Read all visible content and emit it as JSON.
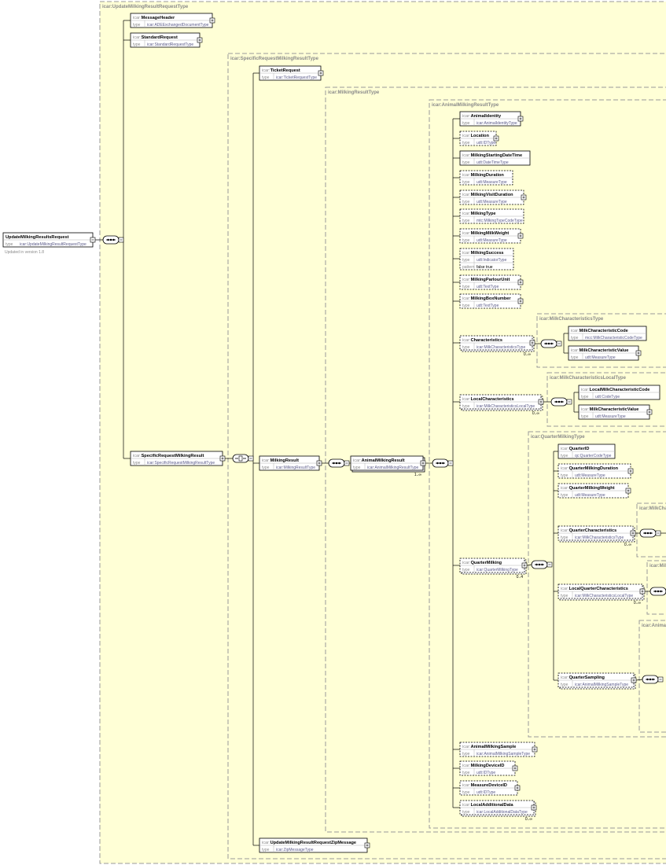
{
  "root": {
    "name": "UpdateMilkingResultsRequest",
    "type": "icar:UpdateMilkingResultRequestType",
    "note": "Updated in version 1.8"
  },
  "groups": [
    {
      "label": "icar:UpdateMilkingResultRequestType"
    },
    {
      "label": "icar:SpecificRequestMilkingResultType"
    },
    {
      "label": "icar:MilkingResultType"
    },
    {
      "label": "icar:AnimalMilkingResultType"
    },
    {
      "label": "icar:MilkCharacteristicsType"
    },
    {
      "label": "icar:MilkCharacteristicsLocalType"
    },
    {
      "label": "icar:QuarterMilkingType"
    },
    {
      "label": "icar:MilkCha"
    },
    {
      "label": "icar:Milk"
    },
    {
      "label": "icar:Anima"
    }
  ],
  "elements": [
    {
      "prefix": "icar:",
      "name": "MessageHeader",
      "type": "icar:ADEExchangedDocumentType"
    },
    {
      "prefix": "icar:",
      "name": "StandardRequest",
      "type": "icar:StandardRequestType"
    },
    {
      "prefix": "icar:",
      "name": "SpecificRequestMilkingResult",
      "type": "icar:SpecificRequestMilkingResultType"
    },
    {
      "prefix": "icar:",
      "name": "TicketRequest",
      "type": "icar:TicketRequestType"
    },
    {
      "prefix": "icar:",
      "name": "MilkingResult",
      "type": "icar:MilkingResultType"
    },
    {
      "prefix": "icar:",
      "name": "UpdateMilkingResultRequestZipMessage",
      "type": "icar:ZipMessageType"
    },
    {
      "prefix": "icar:",
      "name": "AnimalMilkingResult",
      "type": "icar:AnimalMilkingResultType",
      "occurs": "1..∞"
    },
    {
      "prefix": "icar:",
      "name": "AnimalIdentity",
      "type": "icar:AnimalIdentityType"
    },
    {
      "prefix": "icar:",
      "name": "Location",
      "type": "udt:IDType"
    },
    {
      "prefix": "icar:",
      "name": "MilkingStartingDateTime",
      "type": "udt:DateTimeType"
    },
    {
      "prefix": "icar:",
      "name": "MilkingDuration",
      "type": "udt:MeasureType"
    },
    {
      "prefix": "icar:",
      "name": "MilkingVisitDuration",
      "type": "udt:MeasureType"
    },
    {
      "prefix": "icar:",
      "name": "MilkingType",
      "type": "mtc:MilkingTypeCodeType"
    },
    {
      "prefix": "icar:",
      "name": "MilkingMilkWeight",
      "type": "udt:MeasureType"
    },
    {
      "prefix": "icar:",
      "name": "MilkingSuccess",
      "type": "udt:IndicatorType",
      "pattern": "false true"
    },
    {
      "prefix": "icar:",
      "name": "MilkingParlourUnit",
      "type": "udt:TextType"
    },
    {
      "prefix": "icar:",
      "name": "MilkingBoxNumber",
      "type": "udt:TextType"
    },
    {
      "prefix": "icar:",
      "name": "Characteristics",
      "type": "icar:MilkCharacteristicsType",
      "occurs": "0..∞"
    },
    {
      "prefix": "icar:",
      "name": "LocalCharacteristics",
      "type": "icar:MilkCharacteristicsLocalType",
      "occurs": "0..∞"
    },
    {
      "prefix": "icar:",
      "name": "QuarterMilking",
      "type": "icar:QuarterMilkingType",
      "occurs": "0..4"
    },
    {
      "prefix": "icar:",
      "name": "AnimalMilkingSample",
      "type": "icar:AnimalMilkingSampleType"
    },
    {
      "prefix": "icar:",
      "name": "MilkingDeviceID",
      "type": "udt:IDType"
    },
    {
      "prefix": "icar:",
      "name": "MeasureDeviceID",
      "type": "udt:IDType"
    },
    {
      "prefix": "icar:",
      "name": "LocalAdditionalData",
      "type": "icar:LocalAdditionalDataType",
      "occurs": "0..∞"
    },
    {
      "prefix": "icar:",
      "name": "MilkCharacteristicCode",
      "type": "mcc:MilkCharacteristicCodeType"
    },
    {
      "prefix": "icar:",
      "name": "MilkCharacteristicValue",
      "type": "udt:MeasureType"
    },
    {
      "prefix": "icar:",
      "name": "LocalMilkCharacteristicCode",
      "type": "udt:CodeType"
    },
    {
      "prefix": "icar:",
      "name": "MilkCharacteristicValue",
      "type": "udt:MeasureType"
    },
    {
      "prefix": "icar:",
      "name": "QuarterID",
      "type": "qc:QuarterCodeType"
    },
    {
      "prefix": "icar:",
      "name": "QuarterMilkingDuration",
      "type": "udt:MeasureType"
    },
    {
      "prefix": "icar:",
      "name": "QuarterMilkingWeight",
      "type": "udt:MeasureType"
    },
    {
      "prefix": "icar:",
      "name": "QuarterCharacteristics",
      "type": "icar:MilkCharacteristicsType",
      "occurs": "0..∞"
    },
    {
      "prefix": "icar:",
      "name": "LocalQuarterCharacteristics",
      "type": "icar:MilkCharacteristicsLocalType",
      "occurs": "0..∞"
    },
    {
      "prefix": "icar:",
      "name": "QuarterSampling",
      "type": "icar:AnimalMilkingSampleType"
    }
  ],
  "colors": {
    "group_fill": "#ffffd6",
    "group_border": "#9a9a9a",
    "label": "#8a8a8a",
    "box_border": "#000000",
    "type_text": "#5c5c8a",
    "connector": "#000000"
  }
}
